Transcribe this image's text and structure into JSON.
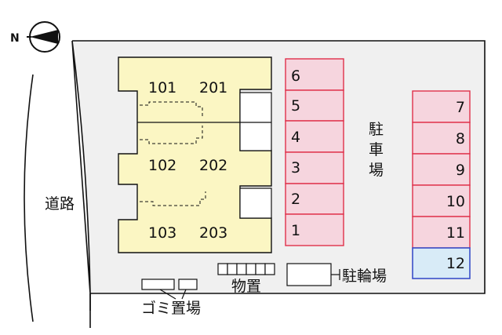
{
  "compass": {
    "letter": "N"
  },
  "road": {
    "label": "道路"
  },
  "building": {
    "units": [
      {
        "left": "101",
        "right": "201"
      },
      {
        "left": "102",
        "right": "202"
      },
      {
        "left": "103",
        "right": "203"
      }
    ]
  },
  "parking": {
    "label_chars": [
      "駐",
      "車",
      "場"
    ],
    "left_column": [
      "6",
      "5",
      "4",
      "3",
      "2",
      "1"
    ],
    "right_column": [
      "7",
      "8",
      "9",
      "10",
      "11",
      "12"
    ],
    "highlight_slot": "12",
    "colors": {
      "slot_fill": "#f6d5de",
      "slot_border": "#e0304a",
      "highlight_fill": "#d8ebf7",
      "highlight_border": "#3a4fc8"
    }
  },
  "storage": {
    "label": "物置"
  },
  "bike_parking": {
    "label": "駐輪場"
  },
  "garbage": {
    "label": "ゴミ置場"
  },
  "colors": {
    "lot": "#f0f0f0",
    "building": "#fbf6c3"
  }
}
